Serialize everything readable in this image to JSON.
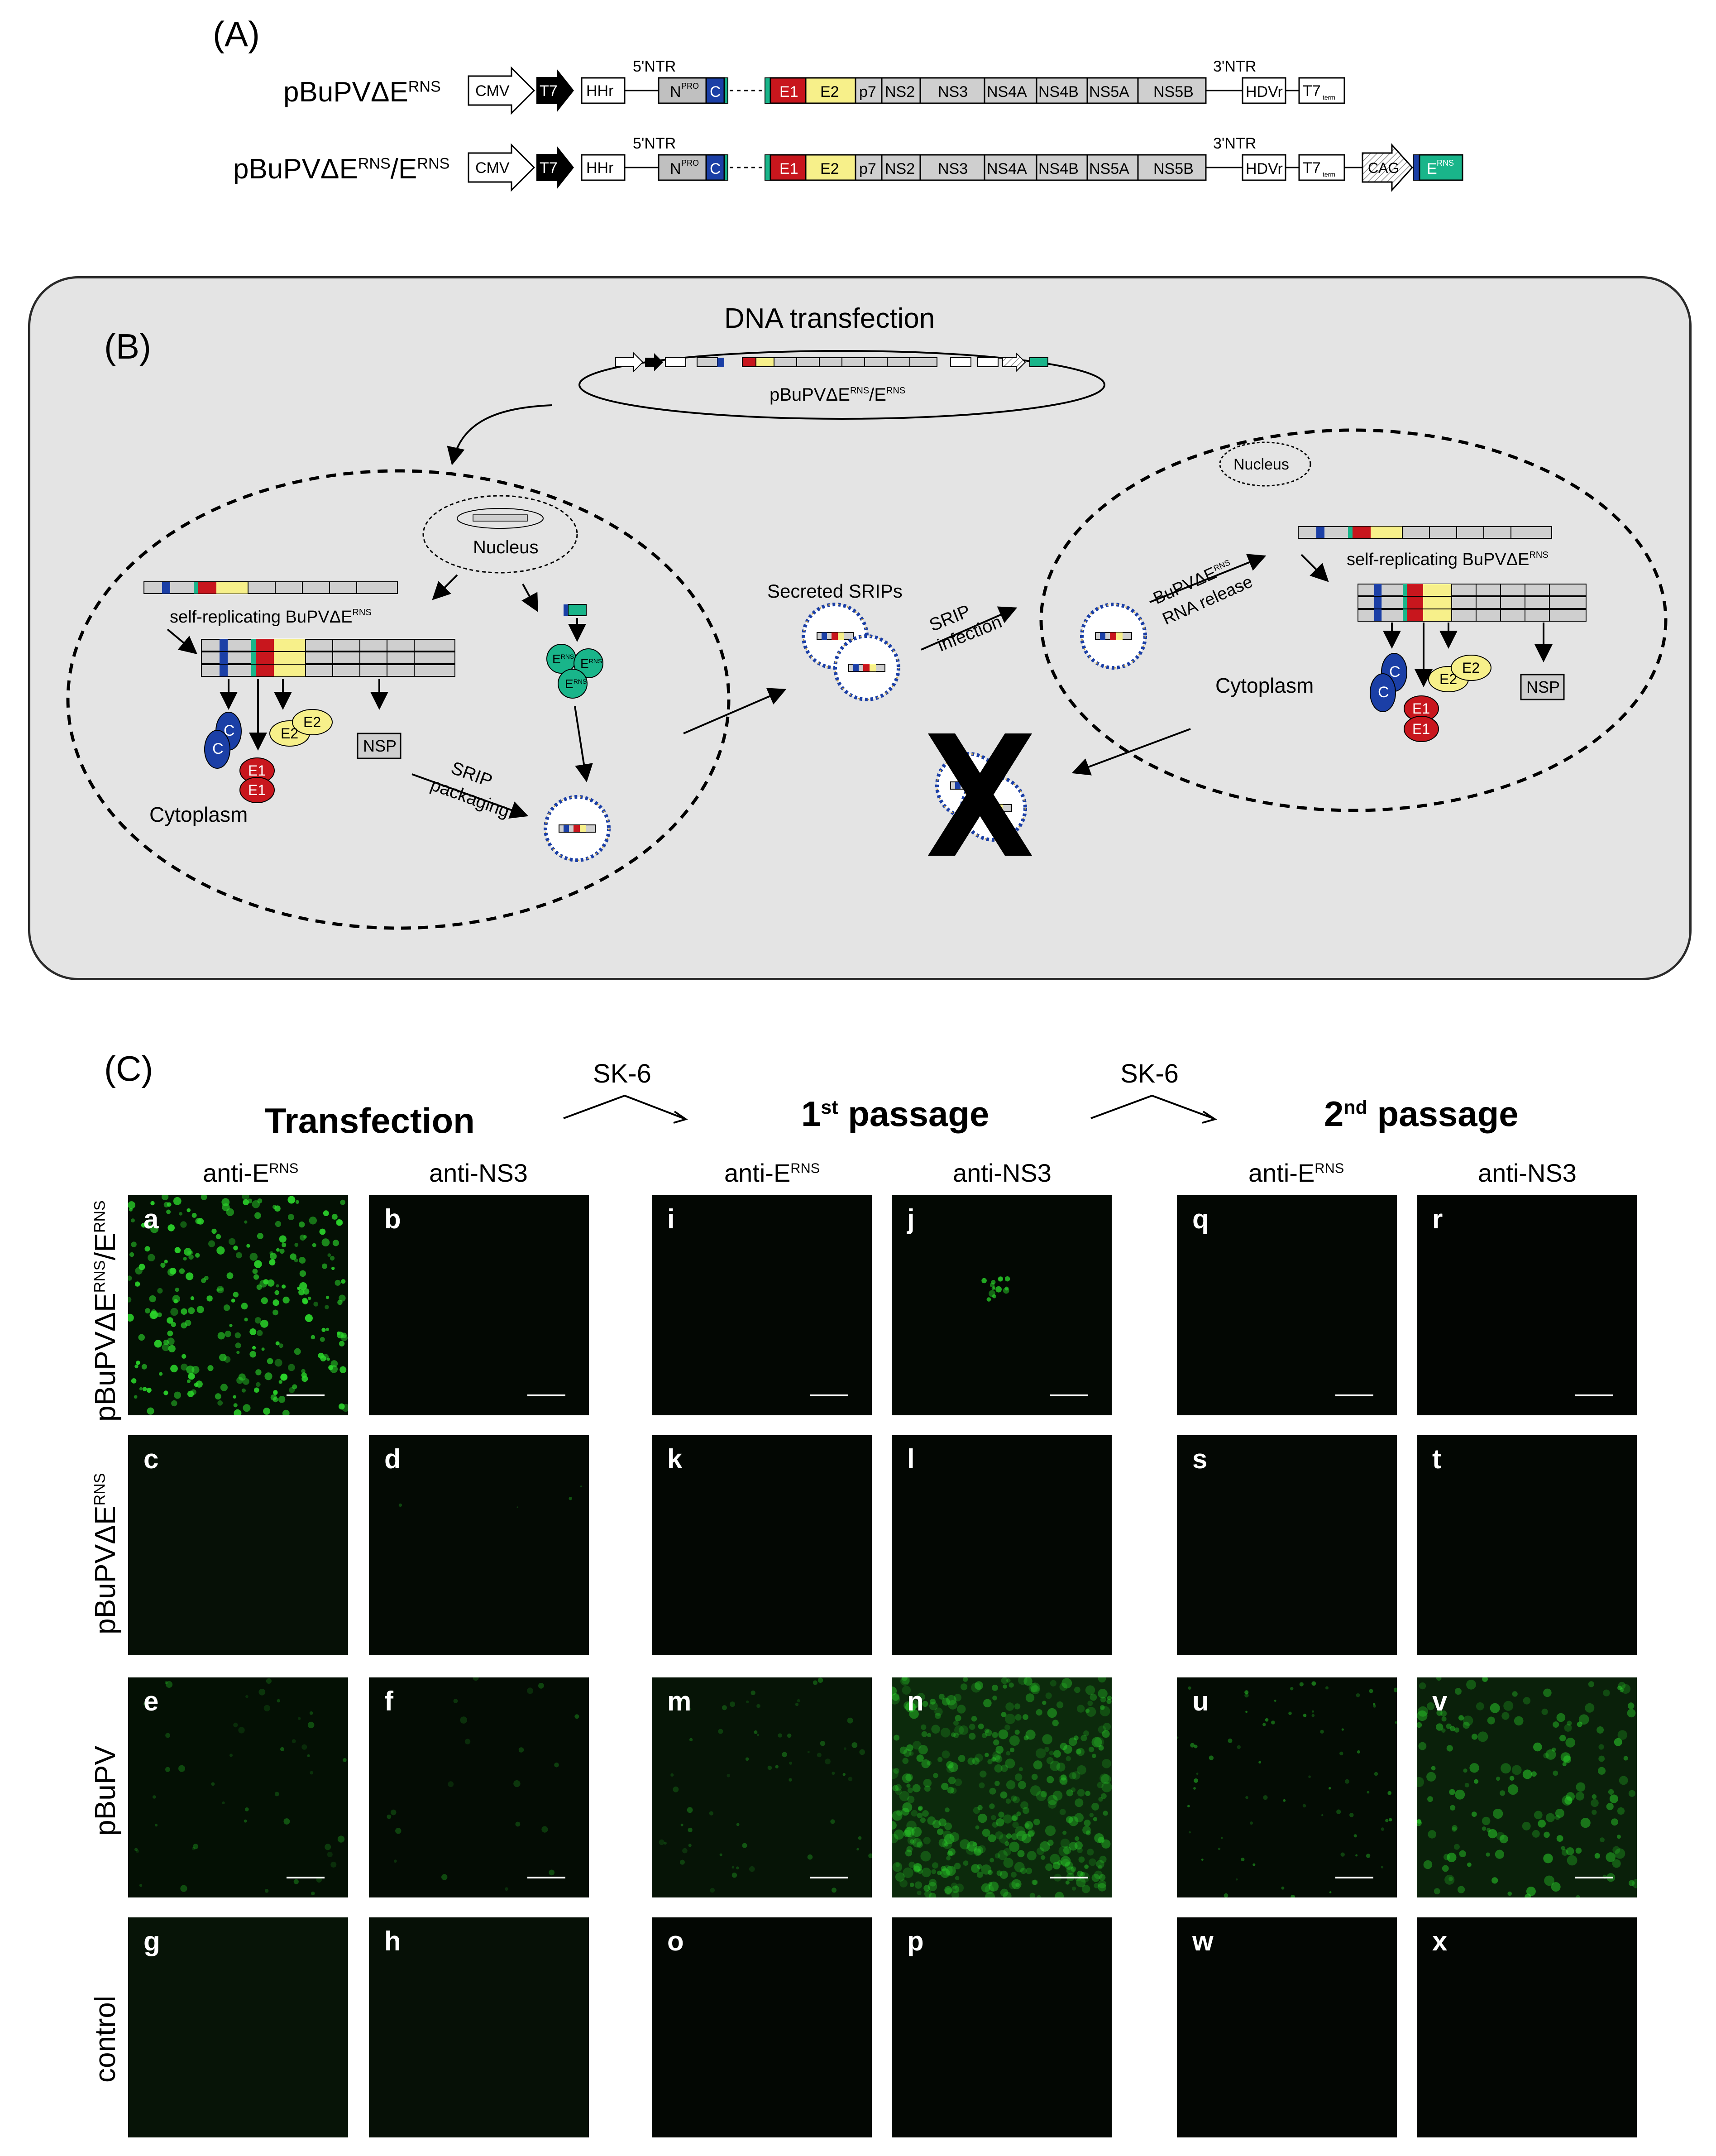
{
  "panels": {
    "a": "(A)",
    "b": "(B)",
    "c": "(C)"
  },
  "colors": {
    "n_pro_gray": "#c0c0c0",
    "core_blue": "#1b3fa6",
    "e1_red": "#c8161d",
    "e2_yellow": "#f7f08a",
    "erns_teal": "#19b58a",
    "gene_gray": "#cfcfcf",
    "green_fluor": "#2bd62b",
    "background_gray": "#e4e4e4"
  },
  "constructs": [
    {
      "name": "pBuPVΔE",
      "sup": "RNS",
      "name2": "",
      "sup2": ""
    },
    {
      "name": "pBuPVΔE",
      "sup": "RNS",
      "name2": "/E",
      "sup2": "RNS"
    }
  ],
  "genome": {
    "cmv": "CMV",
    "t7": "T7",
    "hhr": "HHr",
    "ntr5": "5'NTR",
    "npro": "N",
    "npro_sup": "PRO",
    "core": "C",
    "e1": "E1",
    "e2": "E2",
    "p7": "p7",
    "ns2": "NS2",
    "ns3": "NS3",
    "ns4a": "NS4A",
    "ns4b": "NS4B",
    "ns5a": "NS5A",
    "ns5b": "NS5B",
    "ntr3": "3'NTR",
    "hdvr": "HDVr",
    "t7term": "T7",
    "t7term_sub": "term",
    "cag": "CAG",
    "erns": "E",
    "erns_sup": "RNS"
  },
  "diagram_b": {
    "dna_transfection": "DNA transfection",
    "plasmid_name": "pBuPVΔE",
    "plasmid_sup": "RNS",
    "plasmid_name2": "/E",
    "plasmid_sup2": "RNS",
    "nucleus": "Nucleus",
    "self_replicating": "self-replicating BuPVΔE",
    "self_replicating_sup": "RNS",
    "cytoplasm": "Cytoplasm",
    "nsp": "NSP",
    "srip_packaging_1": "SRIP",
    "srip_packaging_2": "packaging",
    "secreted_srips": "Secreted SRIPs",
    "srip_infection_1": "SRIP",
    "srip_infection_2": "infection",
    "rna_release_1": "BuPVΔE",
    "rna_release_sup": "RNS",
    "rna_release_2": "RNA release",
    "c_label": "C",
    "e1_label": "E1",
    "e2_label": "E2",
    "erns_label": "E",
    "erns_label_sup": "RNS"
  },
  "section_c": {
    "arrow_label_1": "SK-6",
    "arrow_label_2": "SK-6",
    "transfection": "Transfection",
    "passage1_num": "1",
    "passage1_sup": "st",
    "passage1_rest": " passage",
    "passage2_num": "2",
    "passage2_sup": "nd",
    "passage2_rest": " passage",
    "col_headers": [
      {
        "main": "anti-E",
        "sup": "RNS"
      },
      {
        "main": "anti-NS3",
        "sup": ""
      },
      {
        "main": "anti-E",
        "sup": "RNS"
      },
      {
        "main": "anti-NS3",
        "sup": ""
      },
      {
        "main": "anti-E",
        "sup": "RNS"
      },
      {
        "main": "anti-NS3",
        "sup": ""
      }
    ],
    "row_labels": [
      {
        "main": "pBuPVΔE",
        "sup": "RNS",
        "main2": "/E",
        "sup2": "RNS"
      },
      {
        "main": "pBuPVΔE",
        "sup": "RNS",
        "main2": "",
        "sup2": ""
      },
      {
        "main": "pBuPV",
        "sup": "",
        "main2": "",
        "sup2": ""
      },
      {
        "main": "control",
        "sup": "",
        "main2": "",
        "sup2": ""
      }
    ],
    "image_letters": [
      [
        "a",
        "b",
        "i",
        "j",
        "q",
        "r"
      ],
      [
        "c",
        "d",
        "k",
        "l",
        "s",
        "t"
      ],
      [
        "e",
        "f",
        "m",
        "n",
        "u",
        "v"
      ],
      [
        "g",
        "h",
        "o",
        "p",
        "w",
        "x"
      ]
    ]
  }
}
